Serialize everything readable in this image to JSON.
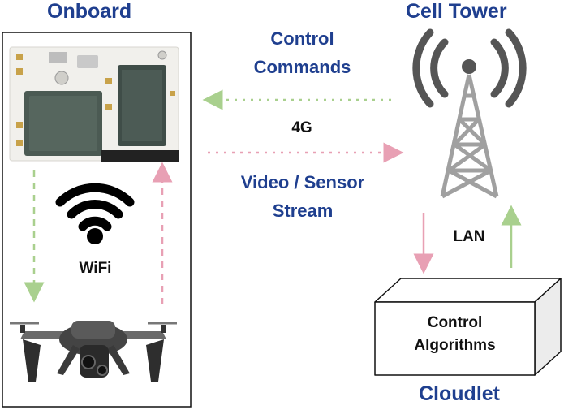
{
  "labels": {
    "onboard": "Onboard",
    "cell_tower": "Cell Tower",
    "control_commands_line1": "Control",
    "control_commands_line2": "Commands",
    "link_4g": "4G",
    "video_line1": "Video / Sensor",
    "video_line2": "Stream",
    "wifi": "WiFi",
    "lan": "LAN",
    "control_alg_line1": "Control",
    "control_alg_line2": "Algorithms",
    "cloudlet": "Cloudlet"
  },
  "colors": {
    "title_blue": "#1f3f8f",
    "arrow_green": "#a9d08e",
    "arrow_pink": "#e8a0b4",
    "board_white": "#f3f2ee",
    "drone_gray": "#4a4a4a",
    "tower_gray": "#9a9a9a"
  },
  "icons": {
    "board": "compute-board-icon",
    "wifi": "wifi-icon",
    "drone": "drone-icon",
    "tower": "cell-tower-icon",
    "cloudlet": "server-box-icon"
  }
}
